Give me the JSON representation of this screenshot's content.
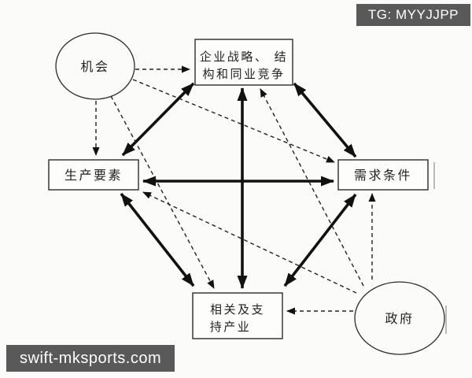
{
  "watermarks": {
    "top_right": "TG: MYYJJPP",
    "bottom_left": "swift-mksports.com",
    "badge_bg": "#595959",
    "badge_text_color": "#ffffff"
  },
  "diagram": {
    "title": "Porter diamond model (Chinese labels)",
    "nodes": {
      "chance": {
        "label": "机会",
        "shape": "ellipse"
      },
      "strategy": {
        "lines": [
          "企业战略、 结",
          "构和同业竞争"
        ],
        "label": "企业战略、结构和同业竞争",
        "shape": "rect"
      },
      "factors": {
        "label": "生产要素",
        "shape": "rect"
      },
      "demand": {
        "label": "需求条件",
        "shape": "rect"
      },
      "related": {
        "lines": [
          "相关及支",
          "持产业"
        ],
        "label": "相关及支持产业",
        "shape": "rect"
      },
      "government": {
        "label": "政府",
        "shape": "ellipse"
      }
    },
    "edges": [
      {
        "from": "strategy",
        "to": "factors",
        "style": "solid",
        "arrows": "both"
      },
      {
        "from": "strategy",
        "to": "demand",
        "style": "solid",
        "arrows": "both"
      },
      {
        "from": "strategy",
        "to": "related",
        "style": "solid",
        "arrows": "both"
      },
      {
        "from": "factors",
        "to": "demand",
        "style": "solid",
        "arrows": "both"
      },
      {
        "from": "factors",
        "to": "related",
        "style": "solid",
        "arrows": "both"
      },
      {
        "from": "demand",
        "to": "related",
        "style": "solid",
        "arrows": "both"
      },
      {
        "from": "chance",
        "to": "strategy",
        "style": "dashed",
        "arrows": "end"
      },
      {
        "from": "chance",
        "to": "factors",
        "style": "dashed",
        "arrows": "end"
      },
      {
        "from": "chance",
        "to": "demand",
        "style": "dashed",
        "arrows": "end"
      },
      {
        "from": "chance",
        "to": "related",
        "style": "dashed",
        "arrows": "end"
      },
      {
        "from": "government",
        "to": "strategy",
        "style": "dashed",
        "arrows": "end"
      },
      {
        "from": "government",
        "to": "factors",
        "style": "dashed",
        "arrows": "end"
      },
      {
        "from": "government",
        "to": "demand",
        "style": "dashed",
        "arrows": "end"
      },
      {
        "from": "government",
        "to": "related",
        "style": "dashed",
        "arrows": "end"
      }
    ],
    "line_color": "#111111",
    "background": "#fbfbf9"
  }
}
